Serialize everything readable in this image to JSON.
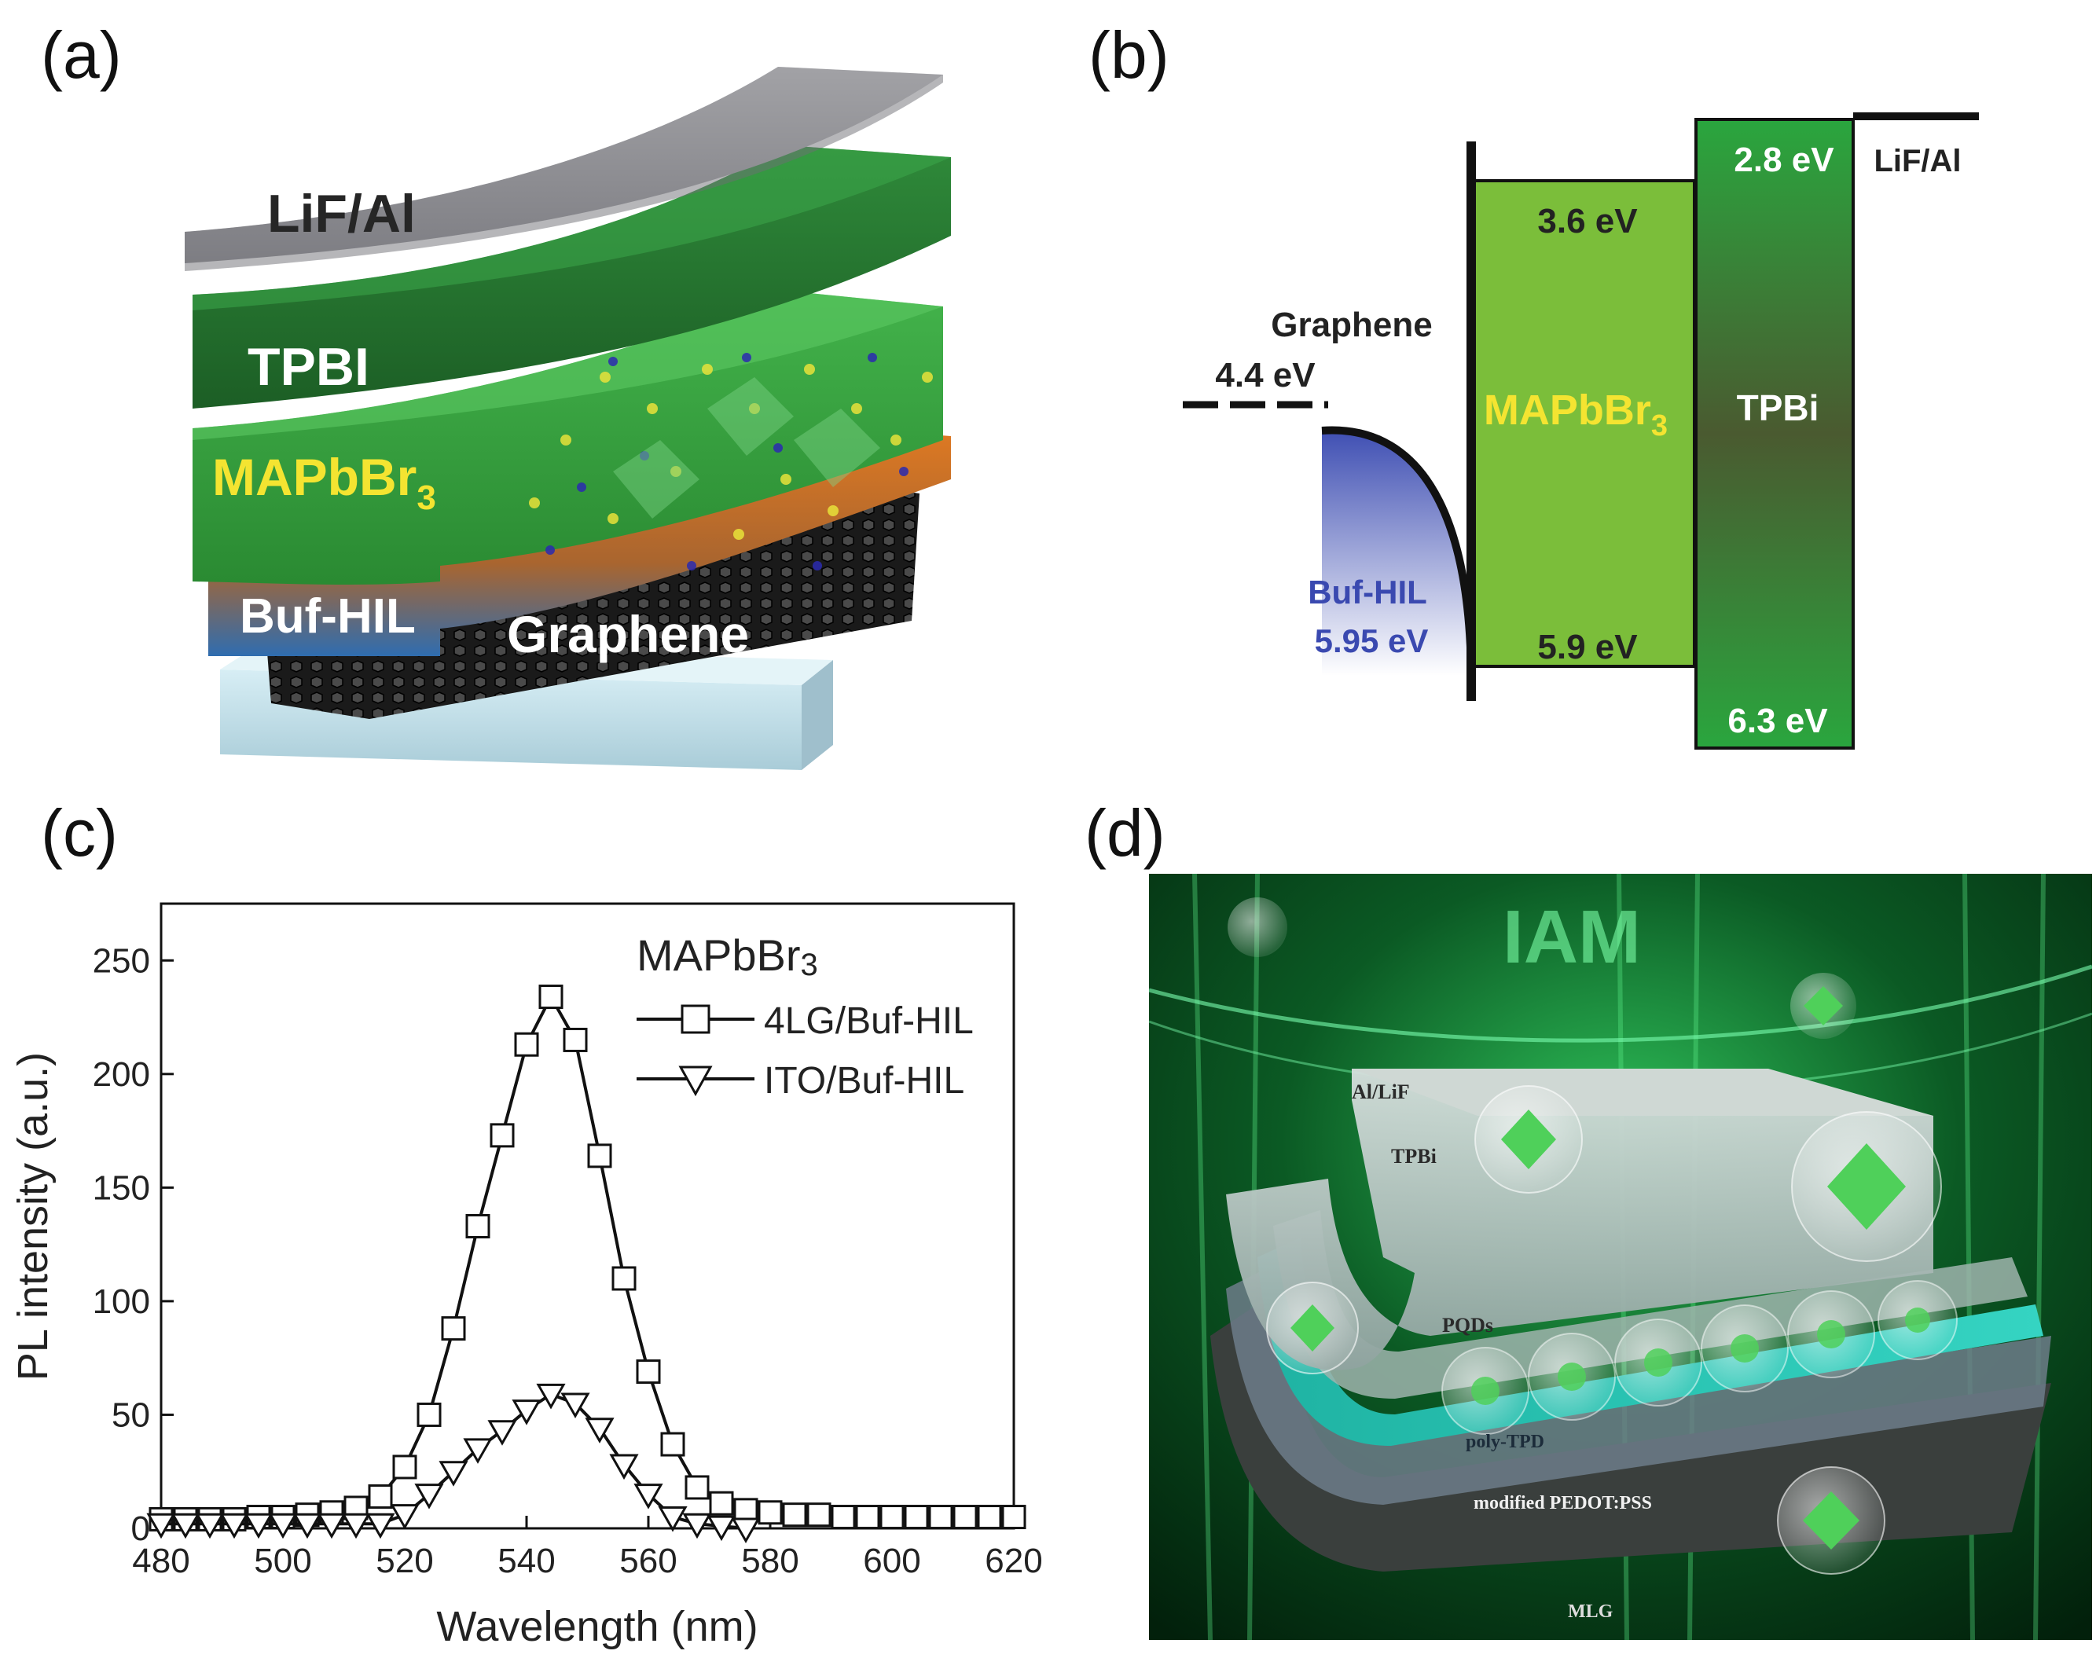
{
  "panels": {
    "a": "(a)",
    "b": "(b)",
    "c": "(c)",
    "d": "(d)"
  },
  "panel_a": {
    "layers": [
      "LiF/Al",
      "TPBI",
      "MAPbBr",
      "3",
      "Buf-HIL",
      "Graphene"
    ]
  },
  "panel_b": {
    "graphene_label": "Graphene",
    "graphene_level": "4.4 eV",
    "bufhil_label": "Buf-HIL",
    "bufhil_level": "5.95 eV",
    "mapbbr_label": "MAPbBr",
    "mapbbr_sub": "3",
    "mapbbr_lumo": "3.6 eV",
    "mapbbr_homo": "5.9 eV",
    "tpbi_label": "TPBi",
    "tpbi_lumo": "2.8 eV",
    "tpbi_homo": "6.3 eV",
    "cathode_label": "LiF/Al"
  },
  "panel_d": {
    "title_text": "IAM",
    "layers": [
      "Al/LiF",
      "TPBi",
      "PQDs",
      "poly-TPD",
      "modified PEDOT:PSS",
      "MLG"
    ]
  },
  "chart_data": {
    "type": "line",
    "title": "",
    "legend_title": "MAPbBr",
    "legend_title_sub": "3",
    "xlabel": "Wavelength (nm)",
    "ylabel": "PL intensity (a.u.)",
    "xlim": [
      480,
      620
    ],
    "ylim": [
      0,
      275
    ],
    "xticks": [
      "480",
      "500",
      "520",
      "540",
      "560",
      "580",
      "600",
      "620"
    ],
    "yticks": [
      "0",
      "50",
      "100",
      "150",
      "200",
      "250"
    ],
    "legend_position": "top-right",
    "series": [
      {
        "name": "4LG/Buf-HIL",
        "marker": "square",
        "x": [
          480,
          484,
          488,
          492,
          496,
          500,
          504,
          508,
          512,
          516,
          520,
          524,
          528,
          532,
          536,
          540,
          544,
          548,
          552,
          556,
          560,
          564,
          568,
          572,
          576,
          580,
          584,
          588,
          592,
          596,
          600,
          604,
          608,
          612,
          616,
          620
        ],
        "y": [
          4,
          4,
          4,
          4,
          5,
          5,
          6,
          7,
          9,
          14,
          27,
          50,
          88,
          133,
          173,
          213,
          234,
          215,
          164,
          110,
          69,
          37,
          18,
          11,
          8,
          7,
          6,
          6,
          5,
          5,
          5,
          5,
          5,
          5,
          5,
          5
        ]
      },
      {
        "name": "ITO/Buf-HIL",
        "marker": "triangle-down",
        "x": [
          480,
          484,
          488,
          492,
          496,
          500,
          504,
          508,
          512,
          516,
          520,
          524,
          528,
          532,
          536,
          540,
          544,
          548,
          552,
          556,
          560,
          564,
          568,
          572,
          576
        ],
        "y": [
          2,
          2,
          2,
          2,
          2,
          2,
          2,
          2,
          2,
          2,
          6,
          15,
          25,
          35,
          43,
          52,
          59,
          55,
          44,
          28,
          15,
          5,
          2,
          1,
          0
        ]
      }
    ]
  }
}
